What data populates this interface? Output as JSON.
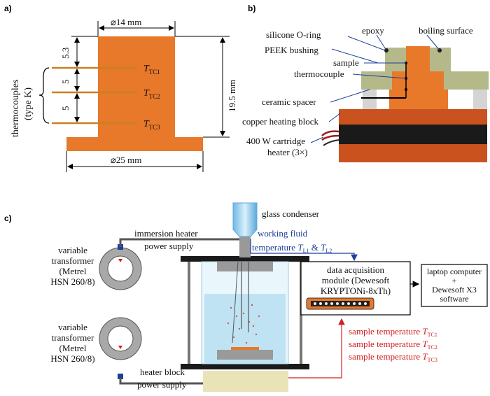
{
  "panel_a": {
    "label": "a)",
    "dim_top": "⌀14 mm",
    "dim_bottom": "⌀25 mm",
    "dim_height": "19.5 mm",
    "spacing": [
      "5.3",
      "5",
      "5"
    ],
    "thermocouples_line1": "thermocouples",
    "thermocouples_line2": "(type K)",
    "tc_main": "T",
    "tc_subs": [
      "TC1",
      "TC2",
      "TC3"
    ]
  },
  "panel_b": {
    "label": "b)",
    "labels": {
      "epoxy": "epoxy",
      "boiling_surface": "boiling surface",
      "silicone_oring": "silicone O-ring",
      "peek_bushing": "PEEK bushing",
      "sample": "sample",
      "thermocouple": "thermocouple",
      "ceramic_spacer": "ceramic spacer",
      "copper_block": "copper heating block",
      "heater_line1": "400 W cartridge",
      "heater_line2": "heater (3×)"
    }
  },
  "panel_c": {
    "label": "c)",
    "glass_condenser": "glass condenser",
    "immersion_heater": "immersion heater",
    "power_supply": "power supply",
    "working_fluid": "working fluid",
    "wf_temp_prefix": "temperature ",
    "wf_T": "T",
    "wf_sub1": "L1",
    "wf_amp": " & ",
    "wf_sub2": "L2",
    "transformer_1": [
      "variable",
      "transformer",
      "(Metrel",
      "HSN 260/8)"
    ],
    "transformer_2": [
      "variable",
      "transformer",
      "(Metrel",
      "HSN 260/8)"
    ],
    "daq": [
      "data acquisition",
      "module (Dewesoft",
      "KRYPTONi-8xTh)"
    ],
    "laptop": [
      "laptop computer",
      "+",
      "Dewesoft X3",
      "software"
    ],
    "heater_block": "heater block",
    "power_supply_2": "power supply",
    "sample_temp_prefix": "sample temperature ",
    "sample_T": "T",
    "sample_subs": [
      "TC1",
      "TC2",
      "TC3"
    ]
  },
  "colors": {
    "copper": "#e8782a",
    "peek": "#b5b98a",
    "ceramic": "#d0d0d0",
    "block_dark": "#1a1a1a",
    "block_copper": "#c9521f",
    "water": "#bfe3f2",
    "annotation_blue": "#1d3f9a",
    "annotation_red": "#d21f1f"
  }
}
